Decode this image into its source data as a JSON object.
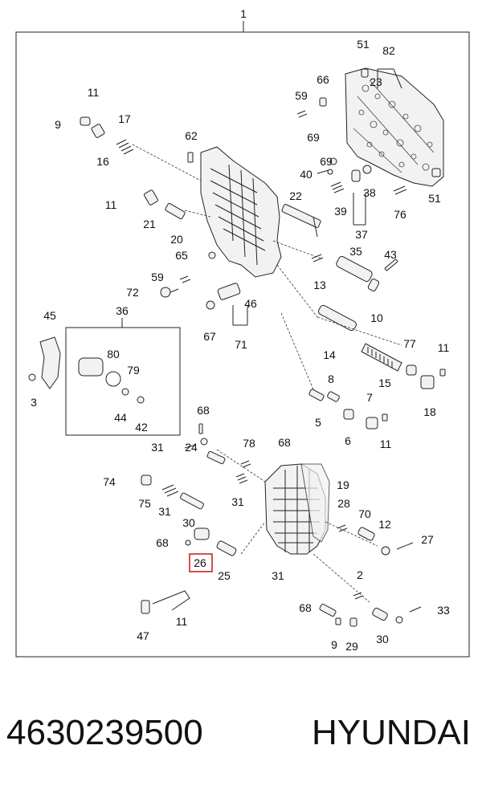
{
  "caption": {
    "part_number": "4630239500",
    "brand": "HYUNDAI"
  },
  "diagram": {
    "assembly_label": "1",
    "highlight_color": "#cc2222",
    "labels": [
      "1",
      "51",
      "82",
      "23",
      "66",
      "59",
      "69",
      "11",
      "9",
      "17",
      "16",
      "62",
      "69",
      "40",
      "38",
      "51",
      "11",
      "21",
      "39",
      "37",
      "76",
      "22",
      "20",
      "65",
      "35",
      "43",
      "13",
      "59",
      "72",
      "46",
      "10",
      "45",
      "36",
      "67",
      "71",
      "14",
      "80",
      "79",
      "77",
      "11",
      "3",
      "44",
      "42",
      "15",
      "8",
      "18",
      "7",
      "5",
      "6",
      "11",
      "68",
      "31",
      "78",
      "68",
      "24",
      "19",
      "74",
      "75",
      "31",
      "31",
      "28",
      "70",
      "30",
      "12",
      "68",
      "27",
      "26",
      "25",
      "31",
      "2",
      "68",
      "33",
      "47",
      "11",
      "9",
      "29",
      "30"
    ]
  }
}
